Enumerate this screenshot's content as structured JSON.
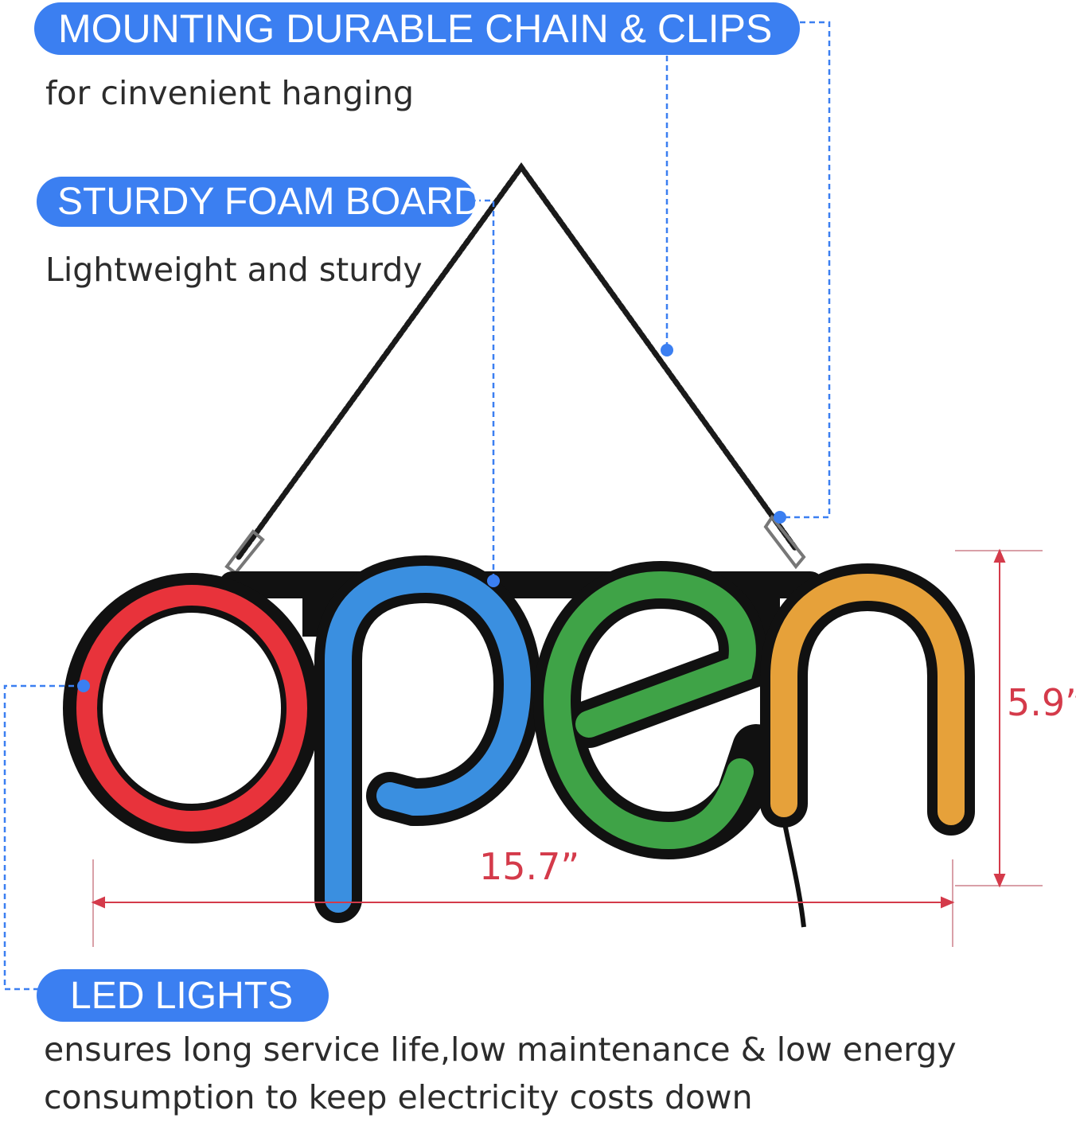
{
  "features": {
    "mounting": {
      "title": "MOUNTING DURABLE CHAIN & CLIPS",
      "desc": "for cinvenient hanging"
    },
    "board": {
      "title": "STURDY FOAM BOARD",
      "desc": "Lightweight and sturdy"
    },
    "led": {
      "title": "LED LIGHTS",
      "desc_line1": "ensures long service life,low maintenance & low energy",
      "desc_line2": "consumption to keep electricity costs down"
    }
  },
  "dimensions": {
    "height": "5.9”",
    "width": "15.7”"
  },
  "colors": {
    "pill": "#3b7ff1",
    "dimension": "#d43a4a",
    "letter_o": "#e8333b",
    "letter_p": "#3a8fe0",
    "letter_e": "#3fa347",
    "letter_n": "#e6a13a"
  },
  "product": {
    "letters": [
      "o",
      "p",
      "e",
      "n"
    ]
  }
}
